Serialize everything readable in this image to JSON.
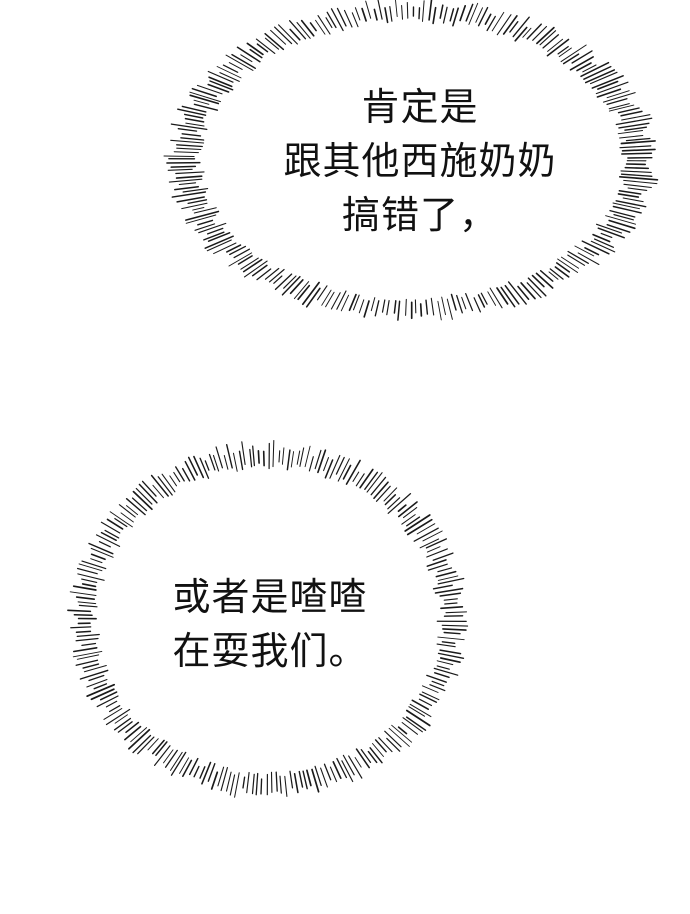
{
  "bubbles": [
    {
      "lines": [
        "肯定是",
        "跟其他西施奶奶",
        "搞错了，"
      ]
    },
    {
      "lines": [
        "或者是喳喳",
        "在耍我们。"
      ]
    }
  ]
}
